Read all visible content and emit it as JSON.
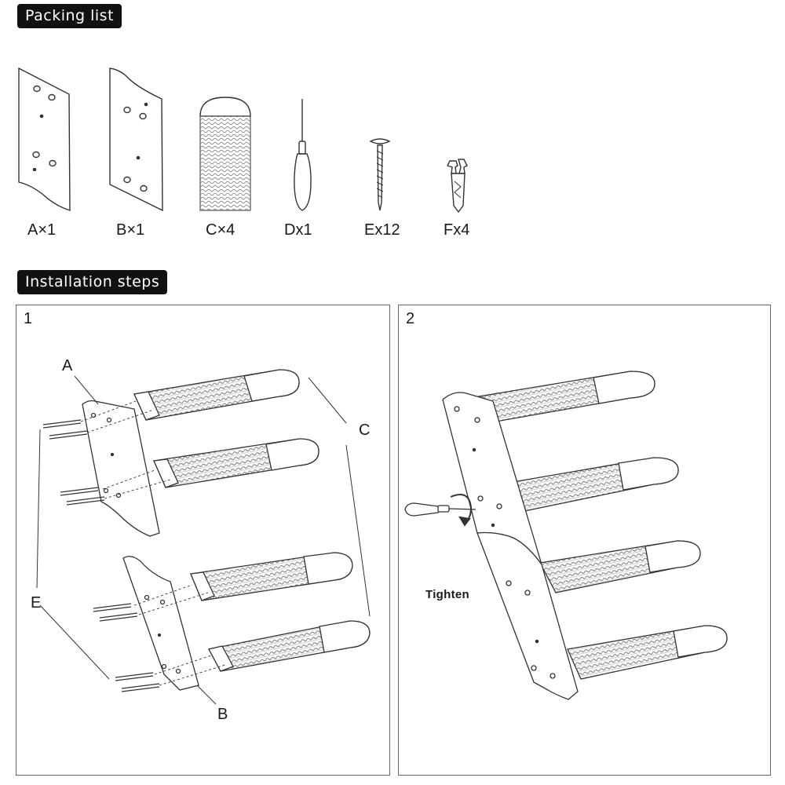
{
  "sections": {
    "packing_title": "Packing list",
    "installation_title": "Installation steps"
  },
  "parts": [
    {
      "id": "A",
      "label": "A×1",
      "icon": "side-panel-a"
    },
    {
      "id": "B",
      "label": "B×1",
      "icon": "side-panel-b"
    },
    {
      "id": "C",
      "label": "C×4",
      "icon": "sisal-step"
    },
    {
      "id": "D",
      "label": "Dx1",
      "icon": "screwdriver"
    },
    {
      "id": "E",
      "label": "Ex12",
      "icon": "screw"
    },
    {
      "id": "F",
      "label": "Fx4",
      "icon": "wall-anchor"
    }
  ],
  "steps": [
    {
      "number": "1",
      "callouts": {
        "a": "A",
        "b": "B",
        "c": "C",
        "e": "E"
      }
    },
    {
      "number": "2",
      "action": "Tighten"
    }
  ],
  "colors": {
    "heading_bg": "#111111",
    "heading_text": "#ffffff",
    "line": "#333333",
    "rope": "#8c8c8c"
  }
}
